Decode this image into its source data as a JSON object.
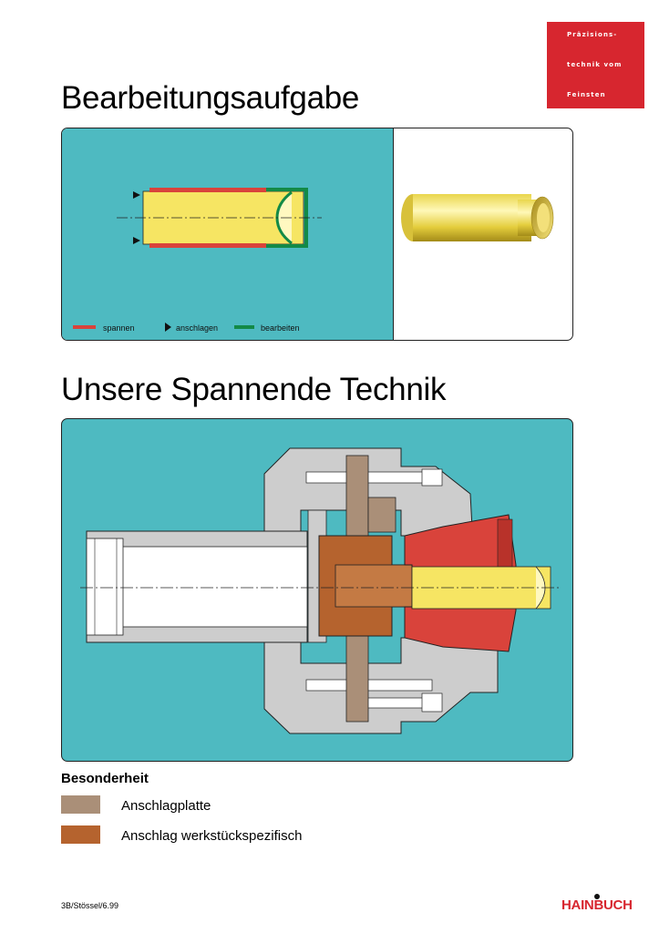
{
  "tagline": [
    "Präzisions-",
    "technik vom",
    "Feinsten"
  ],
  "heading1": "Bearbeitungsaufgabe",
  "legend": {
    "spannen": "spannen",
    "anschlagen": "anschlagen",
    "bearbeiten": "bearbeiten"
  },
  "heading2": "Unsere Spannende Technik",
  "special": {
    "title": "Besonderheit",
    "items": [
      {
        "color": "#aa8f78",
        "label": "Anschlagplatte"
      },
      {
        "color": "#b5632e",
        "label": "Anschlag werkstückspezifisch"
      }
    ]
  },
  "footer": "3B/Stössel/6.99",
  "brand": "HAINBUCH",
  "colors": {
    "brand_red": "#d7262f",
    "teal": "#4ebac1",
    "workpiece_yellow": "#f6e563",
    "clamp_red": "#d9433b",
    "machining_green": "#138a47",
    "body_gray": "#cdcdcd"
  }
}
